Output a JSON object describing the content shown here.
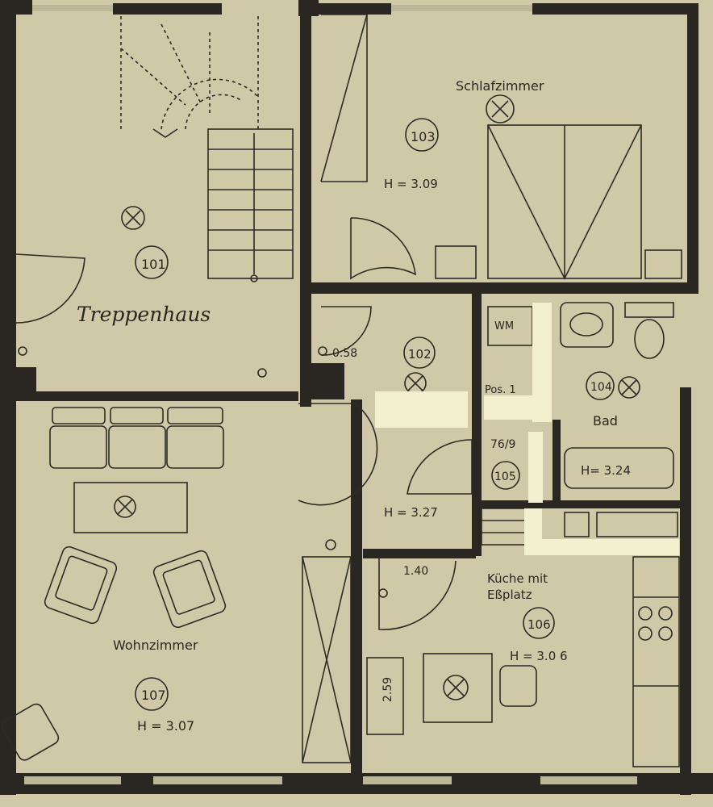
{
  "colors": {
    "paper": "#cfc9a8",
    "wall": "#2a2622",
    "ink": "#2e2a25",
    "patch": "#f3f0cf"
  },
  "rooms": {
    "treppenhaus": {
      "name": "Treppenhaus",
      "number": "101"
    },
    "schlafzimmer": {
      "name": "Schlafzimmer",
      "number": "103",
      "height": "H = 3.09"
    },
    "flur": {
      "number": "102",
      "dim": "0.58"
    },
    "bad": {
      "name": "Bad",
      "number": "104",
      "height": "H= 3.24",
      "pos": "Pos. 1"
    },
    "abstell": {
      "number": "105",
      "dim": "76/9"
    },
    "kueche": {
      "name_line1": "Küche mit",
      "name_line2": "Eßplatz",
      "number": "106",
      "height": "H = 3.0 6",
      "dim": "1.40",
      "dim_vertical": "2.59"
    },
    "wohnzimmer": {
      "name": "Wohnzimmer",
      "number": "107",
      "height": "H = 3.07"
    },
    "diele": {
      "height": "H = 3.27"
    }
  },
  "fixtures": {
    "washing_machine": "WM"
  }
}
